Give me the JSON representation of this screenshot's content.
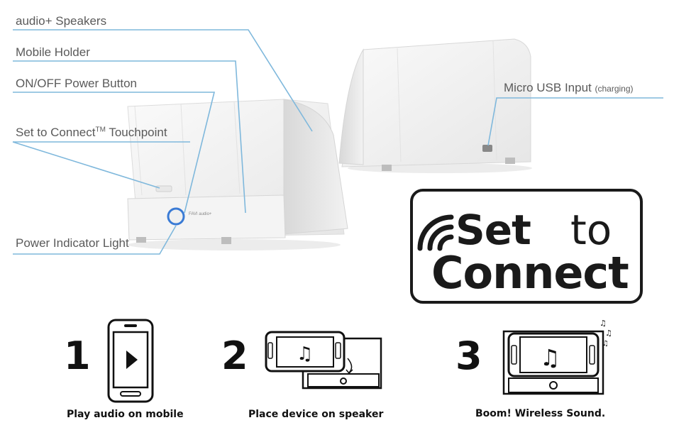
{
  "callouts": {
    "speakers": "audio+ Speakers",
    "holder": "Mobile Holder",
    "power_button": "ON/OFF Power Button",
    "touchpoint_pre": "Set to Connect",
    "touchpoint_tm": "TM",
    "touchpoint_post": " Touchpoint",
    "indicator": "Power Indicator Light",
    "usb_main": "Micro USB Input",
    "usb_sub": "(charging)"
  },
  "brand_mark": "FAVI audio+",
  "logo": {
    "set": "Set",
    "to": "to",
    "connect": "Connect"
  },
  "steps": [
    {
      "number": "1",
      "caption": "Play audio on mobile"
    },
    {
      "number": "2",
      "caption": "Place device on speaker"
    },
    {
      "number": "3",
      "caption": "Boom!  Wireless Sound."
    }
  ],
  "colors": {
    "leader_line": "#7fb8dc",
    "text": "#5a5a5a",
    "ink": "#1a1a1a",
    "indicator": "#3a7bd5"
  }
}
